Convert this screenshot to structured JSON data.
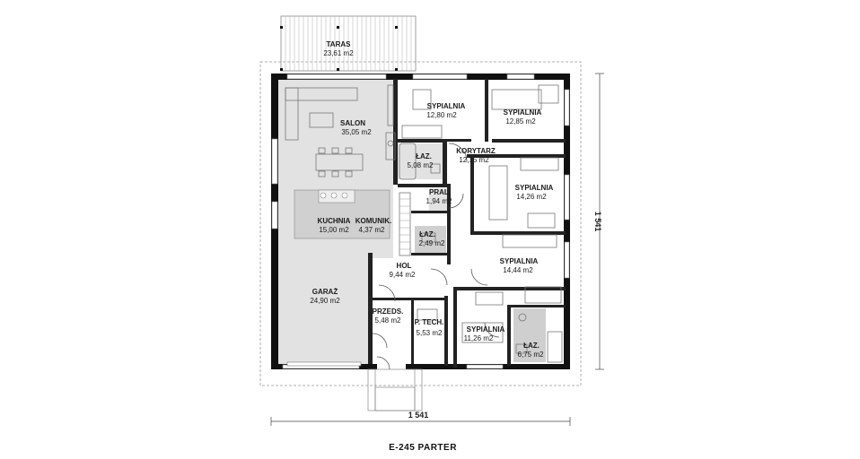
{
  "title": "E-245 PARTER",
  "dimensions": {
    "width": "1 541",
    "height": "1 541"
  },
  "rooms": {
    "taras": {
      "name": "TARAS",
      "area": "23,61 m2"
    },
    "salon": {
      "name": "SALON",
      "area": "35,05 m2"
    },
    "kuchnia": {
      "name": "KUCHNIA",
      "area": "15,00 m2"
    },
    "komunik": {
      "name": "KOMUNIK.",
      "area": "4,37 m2"
    },
    "sypialnia1": {
      "name": "SYPIALNIA",
      "area": "12,80 m2"
    },
    "sypialnia2": {
      "name": "SYPIALNIA",
      "area": "12,85 m2"
    },
    "laz1": {
      "name": "ŁAZ.",
      "area": "5,08 m2"
    },
    "korytarz": {
      "name": "KORYTARZ",
      "area": "12,15 m2"
    },
    "pral": {
      "name": "PRAL.",
      "area": "1,94 m2"
    },
    "sypialnia3": {
      "name": "SYPIALNIA",
      "area": "14,26 m2"
    },
    "laz2": {
      "name": "ŁAZ.",
      "area": "2,49 m2"
    },
    "sypialnia4": {
      "name": "SYPIALNIA",
      "area": "14,44 m2"
    },
    "hol": {
      "name": "HOL",
      "area": "9,44 m2"
    },
    "garaz": {
      "name": "GARAŻ",
      "area": "24,90 m2"
    },
    "przeds": {
      "name": "PRZEDS.",
      "area": "5,48 m2"
    },
    "ptech": {
      "name": "P. TECH.",
      "area": "5,53 m2"
    },
    "sypialnia5": {
      "name": "SYPIALNIA",
      "area": "11,26 m2"
    },
    "laz3": {
      "name": "ŁAZ.",
      "area": "6,75 m2"
    }
  },
  "colors": {
    "wall": "#111111",
    "floor": "#e2e2e2",
    "bath": "#cfcfcf",
    "dash": "#999999"
  }
}
